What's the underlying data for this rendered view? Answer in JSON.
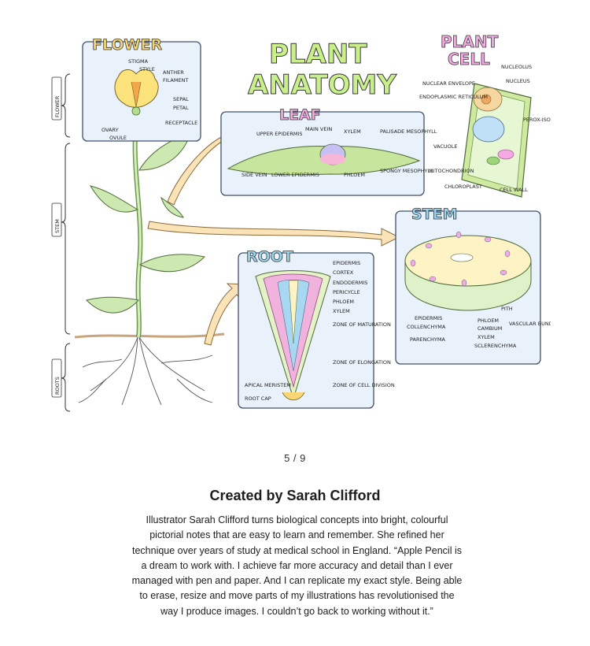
{
  "artwork": {
    "main_title_line1": "PLANT",
    "main_title_line2": "ANATOMY",
    "side_labels": {
      "flower": "FLOWER",
      "stem": "STEM",
      "roots": "ROOTS"
    },
    "flower_panel": {
      "title": "FLOWER",
      "labels": [
        "STIGMA",
        "STYLE",
        "ANTHER",
        "FILAMENT",
        "SEPAL",
        "PETAL",
        "OVARY",
        "OVULE",
        "RECEPTACLE"
      ]
    },
    "leaf_panel": {
      "title": "LEAF",
      "labels": [
        "UPPER EPIDERMIS",
        "MAIN VEIN",
        "XYLEM",
        "PALISADE MESOPHYLL",
        "SIDE VEIN",
        "LOWER EPIDERMIS",
        "PHLOEM",
        "SPONGY MESOPHYLL"
      ]
    },
    "cell_panel": {
      "title_line1": "PLANT",
      "title_line2": "CELL",
      "labels": [
        "NUCLEOLUS",
        "NUCLEUS",
        "NUCLEAR ENVELOPE",
        "ENDOPLASMIC RETICULUM",
        "PEROX-ISOME",
        "VACUOLE",
        "MITOCHONDRION",
        "CHLOROPLAST",
        "CELL WALL"
      ]
    },
    "stem_panel": {
      "title": "STEM",
      "labels": [
        "PITH",
        "EPIDERMIS",
        "COLLENCHYMA",
        "PARENCHYMA",
        "PHLOEM",
        "CAMBIUM",
        "XYLEM",
        "SCLERENCHYMA",
        "VASCULAR BUNDLE"
      ]
    },
    "root_panel": {
      "title": "ROOT",
      "labels": [
        "EPIDERMIS",
        "CORTEX",
        "ENDODERMIS",
        "PERICYCLE",
        "PHLOEM",
        "XYLEM",
        "ZONE OF MATURATION",
        "ZONE OF ELONGATION",
        "APICAL MERISTEM",
        "ZONE OF CELL DIVISION",
        "ROOT CAP"
      ]
    }
  },
  "pager": {
    "text": "5 / 9"
  },
  "caption": {
    "headline": "Created by Sarah Clifford",
    "body": "Illustrator Sarah Clifford turns biological concepts into bright, colourful pictorial notes that are easy to learn and remember. She refined her technique over years of study at medical school in England. “Apple Pencil is a dream to work with. I achieve far more accuracy and detail than I ever managed with pen and paper. And I can replicate my exact style. Being able to erase, resize and move parts of my illustrations has revolutionised the way I produce images. I couldn’t go back to working without it.”"
  },
  "colors": {
    "panel_fill": "#e9f2fb",
    "panel_stroke": "#40506a",
    "title_yellow": "#f7d774",
    "title_green": "#c8ef8a",
    "title_pink": "#f3a9e2",
    "title_blue": "#9ad6f0",
    "arrow_fill": "#fbe3b8"
  }
}
